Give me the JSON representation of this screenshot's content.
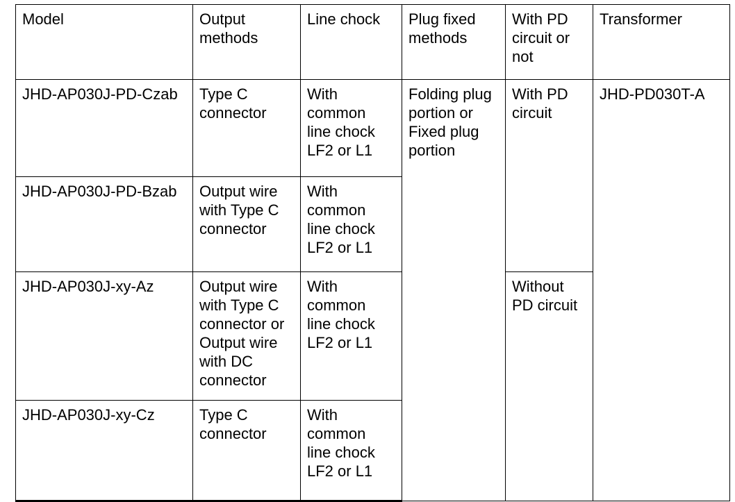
{
  "table": {
    "columns": [
      {
        "key": "model",
        "label": "Model"
      },
      {
        "key": "output",
        "label": "Output\nmethods"
      },
      {
        "key": "chock",
        "label": "Line chock"
      },
      {
        "key": "plug",
        "label": "Plug fixed\nmethods"
      },
      {
        "key": "pd",
        "label": "With PD\ncircuit or\nnot"
      },
      {
        "key": "transformer",
        "label": "Transformer"
      }
    ],
    "rows": [
      {
        "model": "JHD-AP030J-PD-Czab",
        "output": "Type C\nconnector",
        "chock": "With\ncommon\nline chock\nLF2 or L1",
        "plug": "Folding plug\nportion or\nFixed plug\nportion",
        "pd": "With PD\ncircuit",
        "transformer": "JHD-PD030T-A"
      },
      {
        "model": "JHD-AP030J-PD-Bzab",
        "output": "Output wire\nwith Type C\nconnector",
        "chock": "With\ncommon\nline chock\nLF2 or L1",
        "plug": "",
        "pd": "",
        "transformer": ""
      },
      {
        "model": "JHD-AP030J-xy-Az",
        "output": "Output wire\nwith Type C\nconnector or\nOutput wire\nwith DC\nconnector",
        "chock": "With\ncommon\nline chock\nLF2 or L1",
        "plug": "",
        "pd": "Without\nPD circuit",
        "transformer": ""
      },
      {
        "model": "JHD-AP030J-xy-Cz",
        "output": "Type C\nconnector",
        "chock": "With\ncommon\nline chock\nLF2 or L1",
        "plug": "",
        "pd": "",
        "transformer": ""
      }
    ],
    "merges": {
      "plug_rowspan": 4,
      "transformer_rowspan": 4,
      "pd_with_rowspan": 2,
      "pd_without_rowspan": 2
    }
  },
  "colors": {
    "border": "#000000",
    "text": "#000000",
    "background": "#ffffff"
  }
}
